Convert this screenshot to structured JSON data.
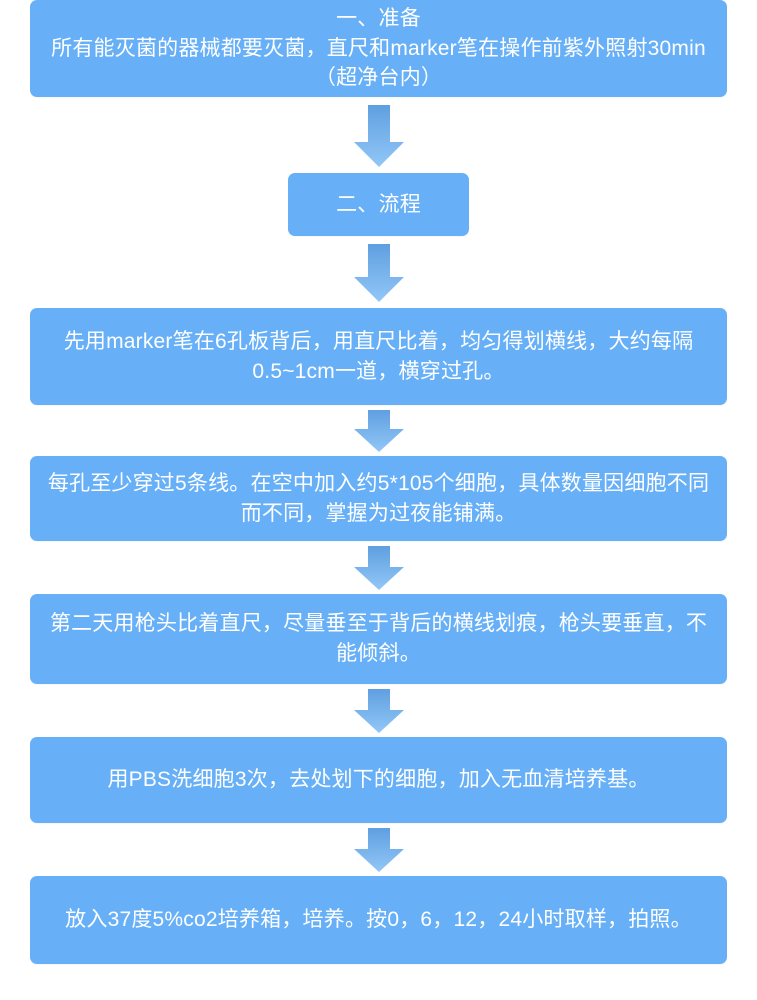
{
  "page": {
    "title": "细胞划痕实验流程图",
    "background_color": "#ffffff",
    "node_color": "#67b0f7",
    "text_color": "#ffffff",
    "arrow_color_top": "#5f9fe0",
    "arrow_color_bottom": "#8cc4f5"
  },
  "flow": {
    "nodes": [
      {
        "id": "prep",
        "kind": "process",
        "width": "wide",
        "text": "一、准备\n所有能灭菌的器械都要灭菌，直尺和marker笔在操作前紫外照射30min（超净台内）"
      },
      {
        "id": "procedure-header",
        "kind": "header",
        "width": "narrow",
        "text": "二、流程"
      },
      {
        "id": "step-1",
        "kind": "process",
        "width": "wide",
        "text": "先用marker笔在6孔板背后，用直尺比着，均匀得划横线，大约每隔0.5~1cm一道，横穿过孔。"
      },
      {
        "id": "step-2",
        "kind": "process",
        "width": "wide",
        "text": "每孔至少穿过5条线。在空中加入约5*105个细胞，具体数量因细胞不同而不同，掌握为过夜能铺满。"
      },
      {
        "id": "step-3",
        "kind": "process",
        "width": "wide",
        "text": "第二天用枪头比着直尺，尽量垂至于背后的横线划痕，枪头要垂直，不能倾斜。"
      },
      {
        "id": "step-4",
        "kind": "process",
        "width": "wide",
        "text": "用PBS洗细胞3次，去处划下的细胞，加入无血清培养基。"
      },
      {
        "id": "step-5",
        "kind": "process",
        "width": "wide",
        "text": "放入37度5%co2培养箱，培养。按0，6，12，24小时取样，拍照。"
      }
    ],
    "connectors": [
      {
        "id": "arrow-1",
        "icon": "arrow-down-icon",
        "from": "prep",
        "to": "procedure-header"
      },
      {
        "id": "arrow-2",
        "icon": "arrow-down-icon",
        "from": "procedure-header",
        "to": "step-1"
      },
      {
        "id": "arrow-3",
        "icon": "arrow-down-icon",
        "from": "step-1",
        "to": "step-2"
      },
      {
        "id": "arrow-4",
        "icon": "arrow-down-icon",
        "from": "step-2",
        "to": "step-3"
      },
      {
        "id": "arrow-5",
        "icon": "arrow-down-icon",
        "from": "step-3",
        "to": "step-4"
      },
      {
        "id": "arrow-6",
        "icon": "arrow-down-icon",
        "from": "step-4",
        "to": "step-5"
      }
    ]
  }
}
